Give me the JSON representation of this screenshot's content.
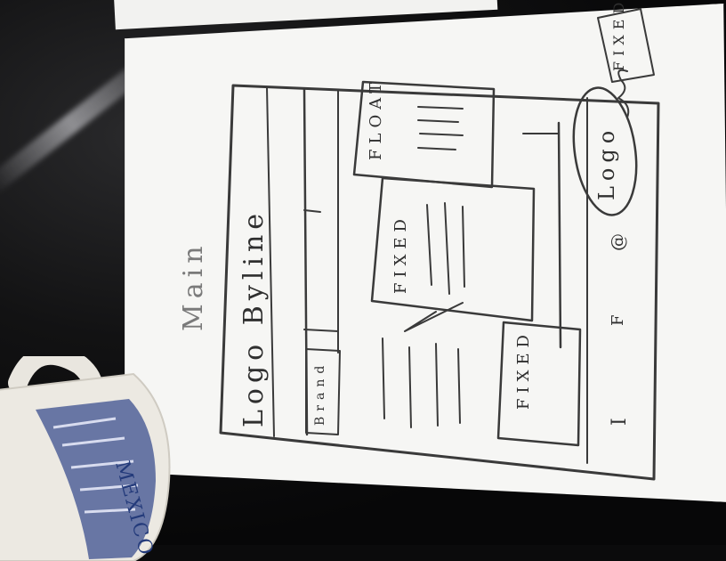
{
  "sketch": {
    "page_title": "Main",
    "labels": {
      "logo_byline": "Logo Byline",
      "float_top": "FLOAT",
      "fixed_center": "FIXED",
      "fixed_lower": "FIXED",
      "logo_circle": "Logo",
      "fixed_note": "FIXED",
      "brand_box": "Brand",
      "footer_f": "F",
      "footer_i": "I",
      "footer_at": "@"
    }
  },
  "mug": {
    "print_text": "MEXICO"
  },
  "colors": {
    "desk": "#0b0b0c",
    "paper": "#f6f6f4",
    "pencil": "#3a3a3a",
    "mug_blue": "#3c4f8f"
  }
}
